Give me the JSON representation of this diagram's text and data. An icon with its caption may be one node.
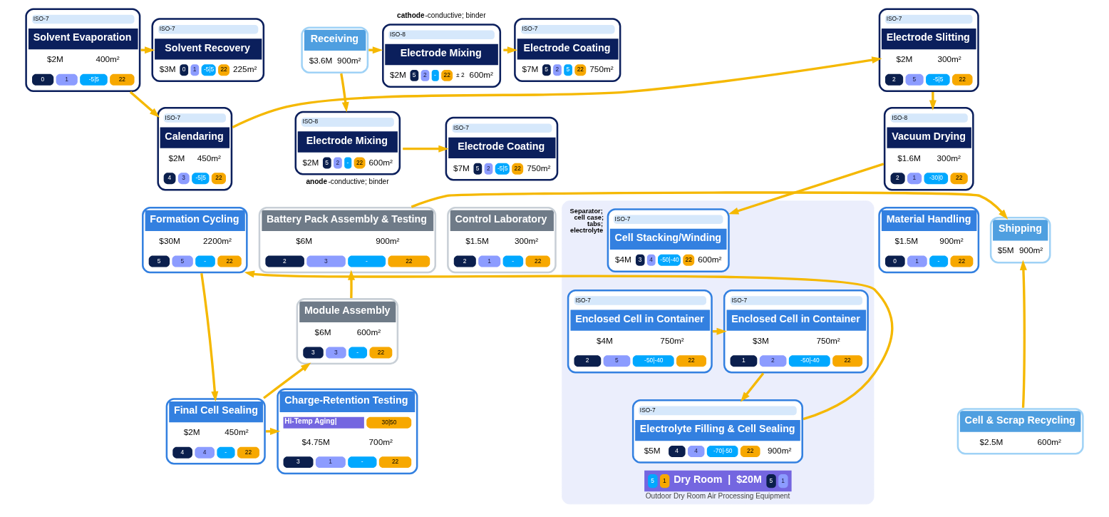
{
  "diagram": {
    "nodes": [
      {
        "text": [
          "Receiving",
          "$3.6M",
          "900m²"
        ]
      },
      {
        "text": [
          "ISO-8",
          "Electrode Mixing",
          "$2M",
          "5",
          "2",
          "-",
          "22",
          "± 2",
          "600m²"
        ],
        "beside": [
          "**cathode**-conductive; binder"
        ]
      },
      {
        "text": [
          "ISO-7",
          "Electrode Coating",
          "$7M",
          "5",
          "2",
          "5",
          "22",
          "750m²"
        ]
      },
      {
        "text": [
          "ISO-7",
          "Solvent Evaporation",
          "$2M",
          "400m²",
          "0",
          "1",
          "-5|5",
          "22"
        ]
      },
      {
        "text": [
          "ISO-7",
          "Solvent Recovery",
          "$3M",
          "0",
          "1",
          "-5|5",
          "22",
          "225m²"
        ]
      },
      {
        "text": [
          "ISO-7",
          "Electrode Slitting",
          "$2M",
          "300m²",
          "2",
          "5",
          "-5|5",
          "22"
        ]
      },
      {
        "text": [
          "ISO-8",
          "Electrode Mixing",
          "$2M",
          "5",
          "2",
          "-",
          "22",
          "600m²"
        ],
        "beside": [
          "**anode**-conductive; binder"
        ]
      },
      {
        "text": [
          "ISO-7",
          "Electrode Coating",
          "$7M",
          "5",
          "2",
          "-5|5",
          "22",
          "750m²"
        ]
      },
      {
        "text": [
          "ISO-7",
          "Calendaring",
          "$2M",
          "450m²",
          "4",
          "3",
          "-5|5",
          "22"
        ]
      },
      {
        "text": [
          "ISO-8",
          "Vacuum Drying",
          "$1.6M",
          "300m²",
          "2",
          "1",
          "-30|0",
          "22"
        ]
      },
      {
        "text": [
          "Shipping",
          "$5M",
          "900m²"
        ]
      },
      {
        "text": [
          "Battery Pack Assembly & Testing",
          "$6M",
          "900m²",
          "2",
          "3",
          "-",
          "22"
        ]
      },
      {
        "text": [
          "Control Laboratory",
          "$1.5M",
          "300m²",
          "2",
          "1",
          "-",
          "22"
        ]
      },
      {
        "text": [
          "Module Assembly",
          "$6M",
          "600m²",
          "3",
          "3",
          "-",
          "22"
        ]
      },
      {
        "text": [
          "Formation Cycling",
          "$30M",
          "2200m²",
          "5",
          "5",
          "-",
          "22"
        ]
      },
      {
        "text": [
          "Material Handling",
          "$1.5M",
          "900m²",
          "0",
          "1",
          "-",
          "22"
        ]
      },
      {
        "text": [
          "5",
          "1",
          "Dry Room  |  $20M",
          "5",
          "1"
        ],
        "beside": [
          "Outdoor Dry Room Air Processing Equipment"
        ]
      },
      {
        "text": [
          "ISO-7",
          "Cell Stacking/Winding",
          "$4M",
          "3",
          "4",
          "-50|-40",
          "22",
          "600m²"
        ],
        "in": 16,
        "beside": [
          "Separator; cell case; tabs; electrolyte"
        ]
      },
      {
        "text": [
          "ISO-7",
          "Enclosed Cell in Container",
          "$4M",
          "750m²",
          "2",
          "5",
          "-50|-40",
          "22"
        ],
        "in": 16
      },
      {
        "text": [
          "ISO-7",
          "Enclosed Cell in Container",
          "$3M",
          "750m²",
          "1",
          "2",
          "-50|-40",
          "22"
        ],
        "in": 16
      },
      {
        "text": [
          "ISO-7",
          "Electrolyte Filling & Cell Sealing",
          "$5M",
          "4",
          "4",
          "-70|-50",
          "22",
          "900m²"
        ],
        "in": 16
      },
      {
        "text": [
          "Cell & Scrap Recycling",
          "$2.5M",
          "600m²"
        ]
      },
      {
        "text": [
          "Charge-Retention Testing",
          "Hi-Temp Aging|",
          "30|50",
          "$4.75M",
          "700m²",
          "3",
          "1",
          "-",
          "22"
        ]
      },
      {
        "text": [
          "Final Cell Sealing",
          "$2M",
          "450m²",
          "4",
          "4",
          "-",
          "22"
        ]
      }
    ],
    "edges": [
      {
        "from": 0,
        "to": 1,
        "arrow": "to"
      },
      {
        "from": 0,
        "to": 6,
        "arrow": "to"
      },
      {
        "from": 1,
        "to": 2,
        "arrow": "to"
      },
      {
        "from": 6,
        "to": 7,
        "arrow": "to"
      },
      {
        "from": 3,
        "to": 4,
        "arrow": "to"
      },
      {
        "from": 3,
        "to": 8,
        "arrow": "to"
      },
      {
        "from": 8,
        "to": 5,
        "arrow": "to"
      },
      {
        "from": 5,
        "to": 9,
        "arrow": "to"
      },
      {
        "from": 9,
        "to": 17,
        "arrow": "to"
      },
      {
        "from": 18,
        "to": 19,
        "arrow": "to"
      },
      {
        "from": 19,
        "to": 20,
        "arrow": "to"
      },
      {
        "from": 20,
        "to": 14,
        "arrow": "to"
      },
      {
        "from": 14,
        "to": 23,
        "arrow": "to"
      },
      {
        "from": 23,
        "to": 22,
        "arrow": "to"
      },
      {
        "from": 23,
        "to": 13,
        "arrow": "to"
      },
      {
        "from": 13,
        "to": 11,
        "arrow": "to"
      },
      {
        "from": 11,
        "to": 10,
        "arrow": "to"
      },
      {
        "from": 21,
        "to": 10,
        "arrow": "to"
      }
    ]
  }
}
